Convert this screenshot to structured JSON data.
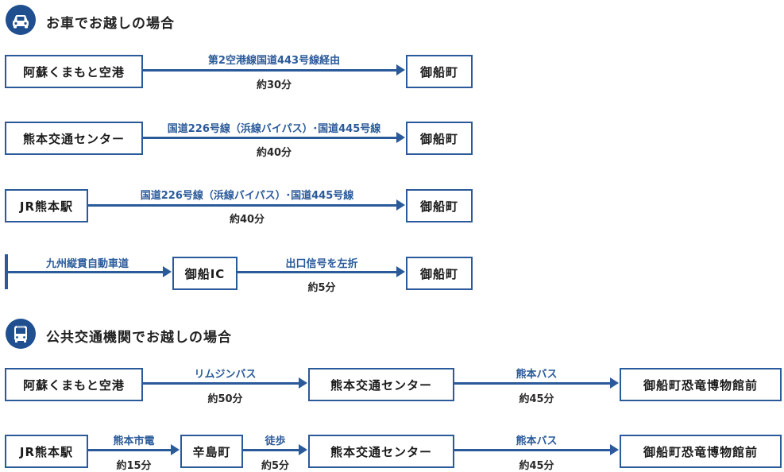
{
  "car_section": {
    "icon": "car-icon",
    "title": "お車でお越しの場合",
    "routes": [
      {
        "from": "阿蘇くまもと空港",
        "via": "第2空港線国道443号線経由",
        "time": "約30分",
        "to": "御船町"
      },
      {
        "from": "熊本交通センター",
        "via": "国道226号線（浜線バイパス）･国道445号線",
        "time": "約40分",
        "to": "御船町"
      },
      {
        "from": "JR熊本駅",
        "via": "国道226号線（浜線バイパス）･国道445号線",
        "time": "約40分",
        "to": "御船町"
      },
      {
        "from_road": "九州縦貫自動車道",
        "mid": "御船IC",
        "via": "出口信号を左折",
        "time": "約5分",
        "to": "御船町"
      }
    ]
  },
  "transit_section": {
    "icon": "bus-icon",
    "title": "公共交通機関でお越しの場合",
    "routes": [
      {
        "from": "阿蘇くまもと空港",
        "leg1_via": "リムジンバス",
        "leg1_time": "約50分",
        "mid": "熊本交通センター",
        "leg2_via": "熊本バス",
        "leg2_time": "約45分",
        "to": "御船町恐竜博物館前"
      },
      {
        "from": "JR熊本駅",
        "leg1_via": "熊本市電",
        "leg1_time": "約15分",
        "stop": "辛島町",
        "leg2_via": "徒歩",
        "leg2_time": "約5分",
        "mid": "熊本交通センター",
        "leg3_via": "熊本バス",
        "leg3_time": "約45分",
        "to": "御船町恐竜博物館前"
      }
    ]
  },
  "colors": {
    "accent": "#2a5a9a",
    "icon_bg": "#1f4f8f"
  }
}
